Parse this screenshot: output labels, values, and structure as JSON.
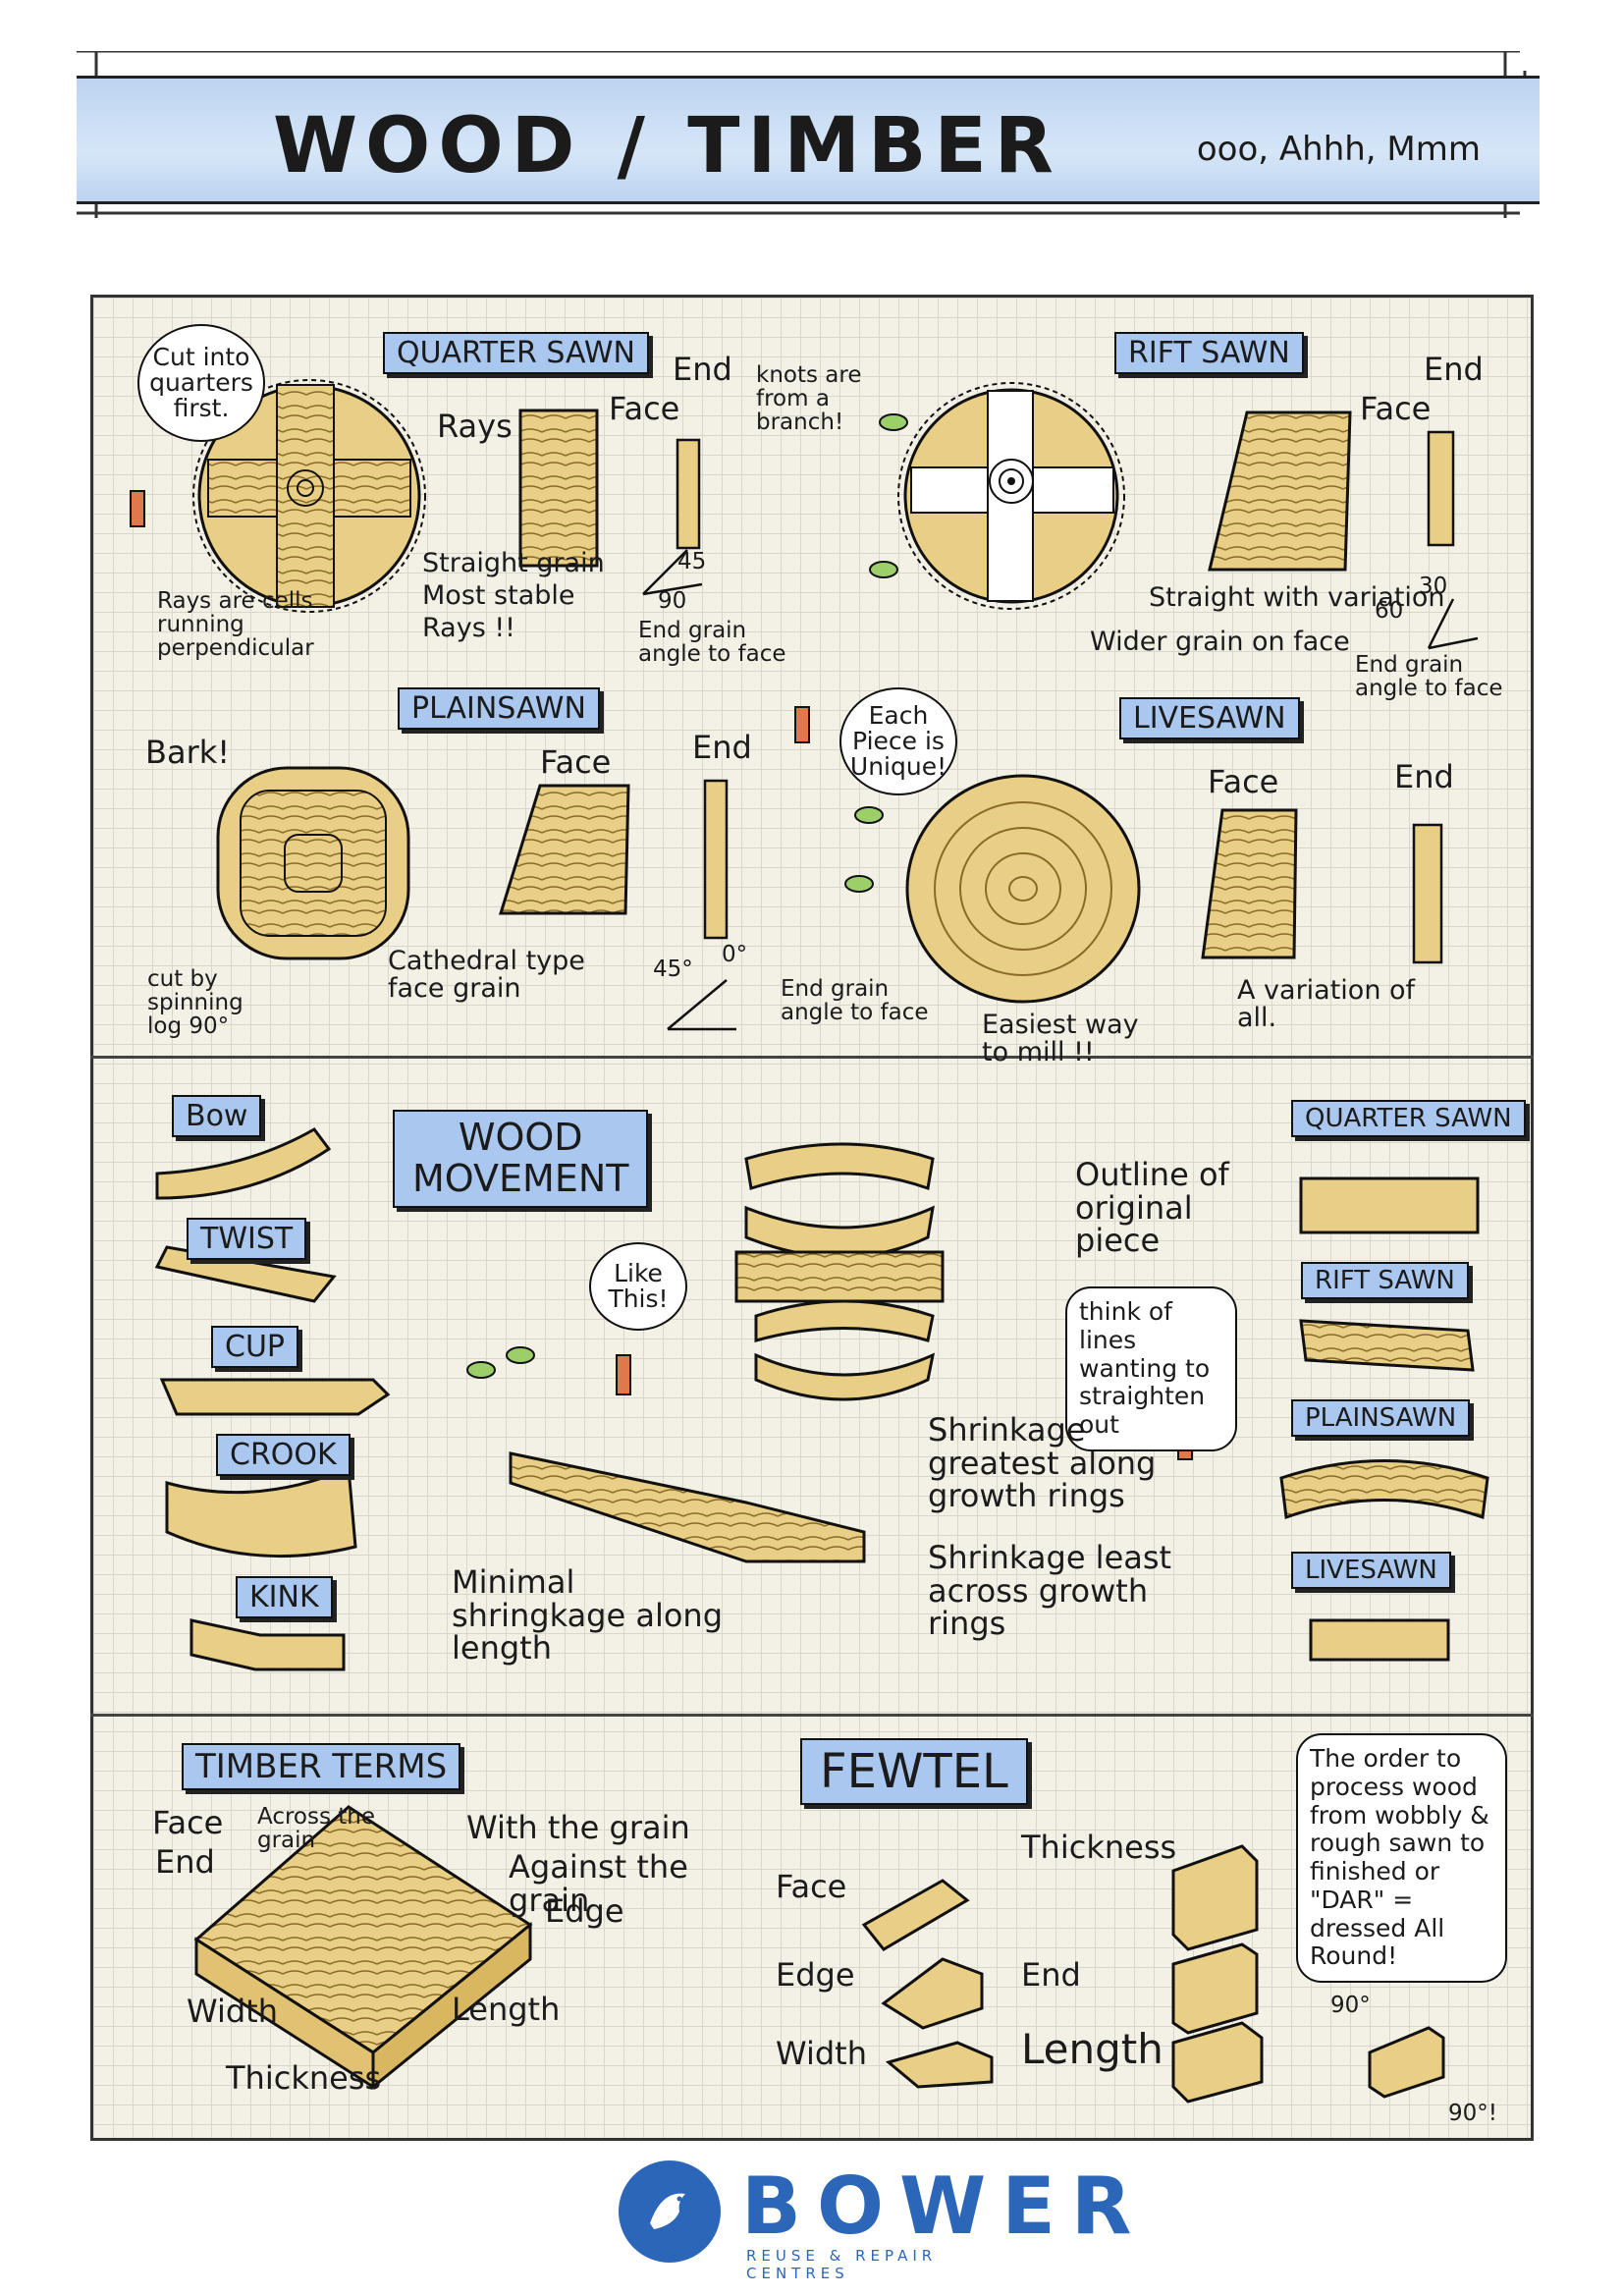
{
  "header": {
    "title": "WOOD / TIMBER",
    "subtitle": "ooo, Ahhh, Mmm"
  },
  "sawing": {
    "quarter": {
      "label": "QUARTER SAWN",
      "bubble": "Cut into quarters first.",
      "rays": "Rays",
      "face": "Face",
      "end": "End",
      "notes": [
        "Straight grain",
        "Most stable",
        "Rays !!"
      ],
      "rays_note": "Rays are cells running perpendicular",
      "angle_a": "45",
      "angle_b": "90",
      "end_grain": "End grain angle to face"
    },
    "rift": {
      "label": "RIFT SAWN",
      "knots": "knots are from a branch!",
      "face": "Face",
      "end": "End",
      "notes": [
        "Straight with variation",
        "Wider grain on face"
      ],
      "angle_a": "30",
      "angle_b": "60",
      "end_grain": "End grain angle to face"
    },
    "plain": {
      "label": "PLAINSAWN",
      "bark": "Bark!",
      "face": "Face",
      "end": "End",
      "cut": "cut by spinning log 90°",
      "note": "Cathedral type face grain",
      "angle_a": "45°",
      "angle_b": "0°",
      "end_grain": "End grain angle to face",
      "bubble": "Each Piece is Unique!",
      "easiest": "Easiest way to mill !!"
    },
    "live": {
      "label": "LIVESAWN",
      "face": "Face",
      "end": "End",
      "note": "A variation of all."
    }
  },
  "movement": {
    "title_line1": "WOOD",
    "title_line2": "MOVEMENT",
    "defects": [
      "Bow",
      "TWIST",
      "CUP",
      "CROOK",
      "KINK"
    ],
    "like_this": "Like This!",
    "outline": "Outline of original piece",
    "think": "think of lines wanting to straighten out",
    "shrink_greatest": "Shrinkage greatest along growth rings",
    "shrink_least": "Shrinkage least across growth rings",
    "minimal": "Minimal shringkage along length",
    "cuts": [
      "QUARTER SAWN",
      "RIFT SAWN",
      "PLAINSAWN",
      "LIVESAWN"
    ]
  },
  "terms": {
    "label": "TIMBER TERMS",
    "items": {
      "face": "Face",
      "end": "End",
      "across": "Across the grain",
      "with": "With the grain",
      "against": "Against the grain",
      "edge": "Edge",
      "width": "Width",
      "thickness": "Thickness",
      "length": "Length"
    }
  },
  "fewtel": {
    "label": "FEWTEL",
    "items": [
      "Face",
      "Edge",
      "Width",
      "Thickness",
      "End",
      "Length"
    ],
    "note": "The order to process wood from wobbly & rough sawn to finished or \"DAR\" = dressed All Round!",
    "angle_a": "90°",
    "angle_b": "90°!"
  },
  "footer": {
    "brand": "BOWER",
    "tagline": "REUSE & REPAIR CENTRES"
  },
  "colors": {
    "wood": "#e9cf85",
    "wood_dark": "#c9a450",
    "label_blue": "#aac8ef",
    "sky": "#c8dcf4",
    "figure": "#e0784a",
    "leaf": "#9ccf6a",
    "brand": "#2c66b8"
  }
}
